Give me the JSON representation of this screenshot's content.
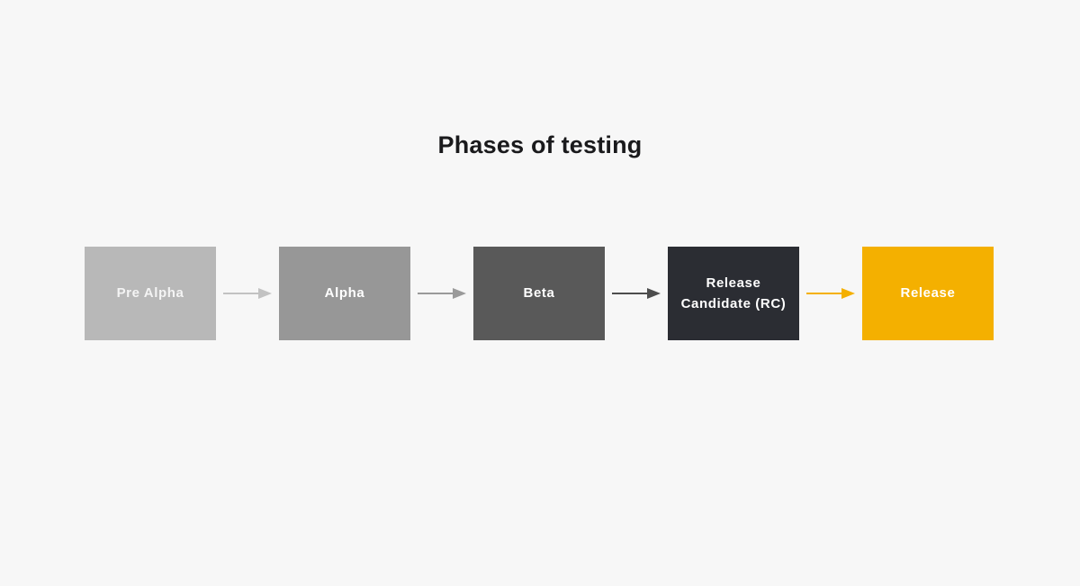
{
  "title": "Phases of testing",
  "colors": {
    "background": "#f7f7f7",
    "title_text": "#1a1a1c",
    "box_text": "#ffffff"
  },
  "diagram": {
    "phases": [
      {
        "label": "Pre Alpha",
        "color": "#b8b8b8",
        "text_color": "#f4f4f4"
      },
      {
        "label": "Alpha",
        "color": "#979797",
        "text_color": "#ffffff"
      },
      {
        "label": "Beta",
        "color": "#595959",
        "text_color": "#ffffff"
      },
      {
        "label": "Release Candidate (RC)",
        "color": "#2b2d33",
        "text_color": "#ffffff"
      },
      {
        "label": "Release",
        "color": "#f4b000",
        "text_color": "#ffffff"
      }
    ],
    "arrows": [
      {
        "name": "arrow-pre-alpha-to-alpha",
        "color": "#c2c2c2"
      },
      {
        "name": "arrow-alpha-to-beta",
        "color": "#9a9a9a"
      },
      {
        "name": "arrow-beta-to-rc",
        "color": "#4d4d4d"
      },
      {
        "name": "arrow-rc-to-release",
        "color": "#f4b000"
      }
    ]
  }
}
